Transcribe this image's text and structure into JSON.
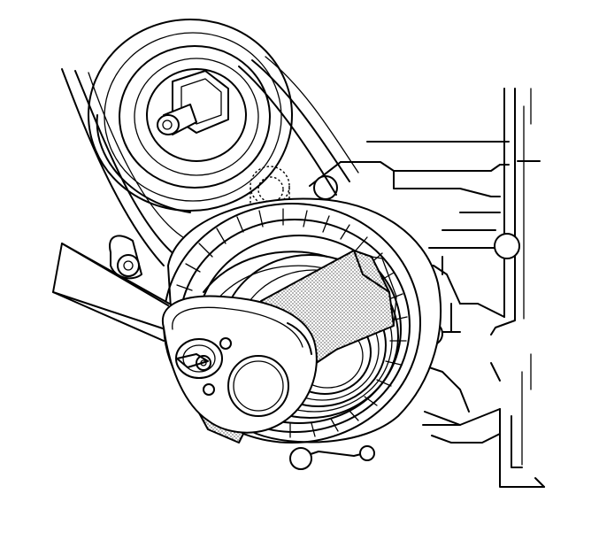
{
  "figure": {
    "colors": {
      "line": "#000000",
      "background": "#ffffff",
      "stipple": "#000000"
    },
    "parts": [
      "idler-pulley",
      "pulley-bolt",
      "drive-belt",
      "tensioner-assembly",
      "tensioner-pulley",
      "engine-block",
      "ratchet-wrench",
      "special-tool",
      "mounting-bolts"
    ]
  }
}
